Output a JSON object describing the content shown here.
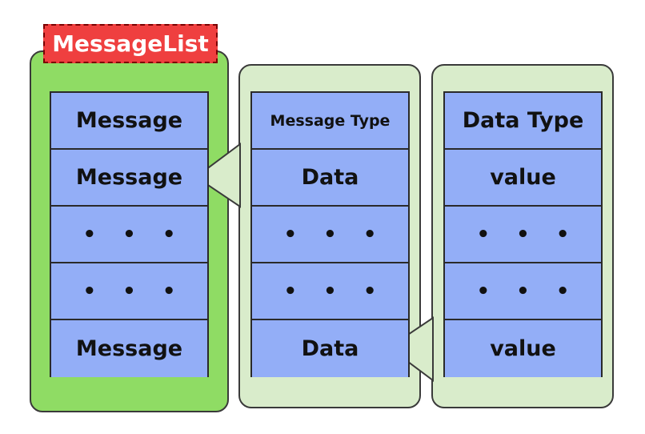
{
  "diagram": {
    "label": "MessageList",
    "columns": [
      {
        "id": "message-list",
        "cells": [
          "Message",
          "Message",
          "• • •",
          "• • •",
          "Message"
        ]
      },
      {
        "id": "message",
        "cells": [
          "Message Type",
          "Data",
          "• • •",
          "• • •",
          "Data"
        ]
      },
      {
        "id": "data",
        "cells": [
          "Data Type",
          "value",
          "• • •",
          "• • •",
          "value"
        ]
      }
    ]
  },
  "colors": {
    "outer_panel": "#8fdc64",
    "detail_panel": "#d9eccb",
    "cell_fill": "#93aef7",
    "label_fill": "#ef3f3f",
    "border": "#2a2a2a"
  }
}
